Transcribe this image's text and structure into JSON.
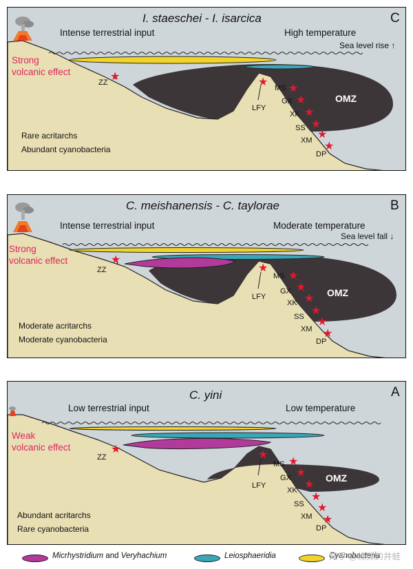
{
  "colors": {
    "sea": "#cfd6da",
    "land": "#e8dfb4",
    "omz": "#3d3639",
    "cyanobacteria": "#f1d42a",
    "leiosphaeridia": "#3aa6b8",
    "micrhystridium": "#b23a9b",
    "volcanic_text": "#e0245e",
    "site_star": "#e3182d"
  },
  "panels": [
    {
      "letter": "C",
      "title": "I. staeschei - I. isarcica",
      "input": "Intense terrestrial input",
      "temperature": "High temperature",
      "sea_level": "Sea level rise",
      "sea_arrow": "↑",
      "volcanic_line1": "Strong",
      "volcanic_line2": "volcanic effect",
      "bio_line1": "Rare acritarchs",
      "bio_line2": "Abundant cyanobacteria",
      "omz_label": "OMZ",
      "volcano_icon": "erupting-volcano-icon"
    },
    {
      "letter": "B",
      "title": "C. meishanensis - C. taylorae",
      "input": "Intense terrestrial input",
      "temperature": "Moderate temperature",
      "sea_level": "Sea level fall",
      "sea_arrow": "↓",
      "volcanic_line1": "Strong",
      "volcanic_line2": "volcanic effect",
      "bio_line1": "Moderate acritarchs",
      "bio_line2": "Moderate cyanobacteria",
      "omz_label": "OMZ",
      "volcano_icon": "erupting-volcano-icon"
    },
    {
      "letter": "A",
      "title": "C. yini",
      "input": "Low terrestrial input",
      "temperature": "Low temperature",
      "volcanic_line1": "Weak",
      "volcanic_line2": "volcanic effect",
      "bio_line1": "Abundant acritarchs",
      "bio_line2": "Rare cyanobacteria",
      "omz_label": "OMZ",
      "volcano_icon": "small-volcano-icon"
    }
  ],
  "sites": [
    "ZZ",
    "LFY",
    "MS",
    "GX",
    "XK",
    "SS",
    "XM",
    "DP"
  ],
  "legend": {
    "micrhystridium_a": "Micrhystridium",
    "micrhystridium_and": " and ",
    "micrhystridium_b": "Veryhachium",
    "leiosphaeridia": "Leiosphaeridia",
    "cyanobacteria": "Cyanobacteria"
  },
  "watermark": "知乎 @绿绿的井蛙"
}
